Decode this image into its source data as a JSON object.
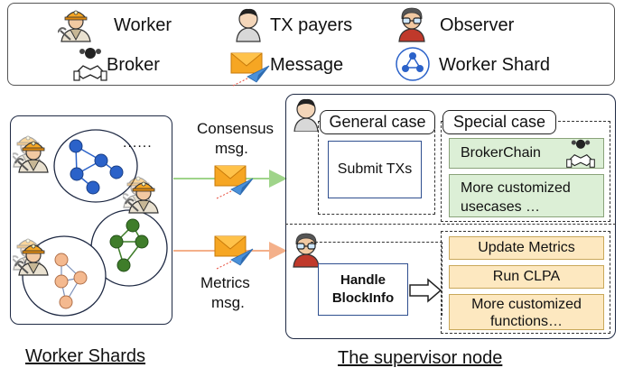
{
  "legend": {
    "worker": "Worker",
    "tx_payers": "TX payers",
    "observer": "Observer",
    "broker": "Broker",
    "message": "Message",
    "worker_shard": "Worker Shard"
  },
  "left": {
    "ellipsis": "......",
    "caption": "Worker Shards"
  },
  "arrows": {
    "consensus_line1": "Consensus",
    "consensus_line2": "msg.",
    "metrics_line1": "Metrics",
    "metrics_line2": "msg."
  },
  "supervisor": {
    "caption": "The supervisor node",
    "general_case": "General case",
    "special_case": "Special case",
    "submit_txs": "Submit TXs",
    "brokerchain": "BrokerChain",
    "more_usecases_l1": "More customized",
    "more_usecases_l2": "usecases …",
    "handle_l1": "Handle",
    "handle_l2": "BlockInfo",
    "update_metrics": "Update Metrics",
    "run_clpa": "Run CLPA",
    "more_functions_l1": "More customized",
    "more_functions_l2": "functions…"
  },
  "colors": {
    "shard_blue": "#2b62c9",
    "shard_green": "#3f7d2a",
    "shard_peach": "#f4b98f",
    "consensus_arrow": "#9fd48a",
    "metrics_arrow": "#f4b08a",
    "green_box": "#dcefd6",
    "yellow_box": "#fde8c0"
  }
}
